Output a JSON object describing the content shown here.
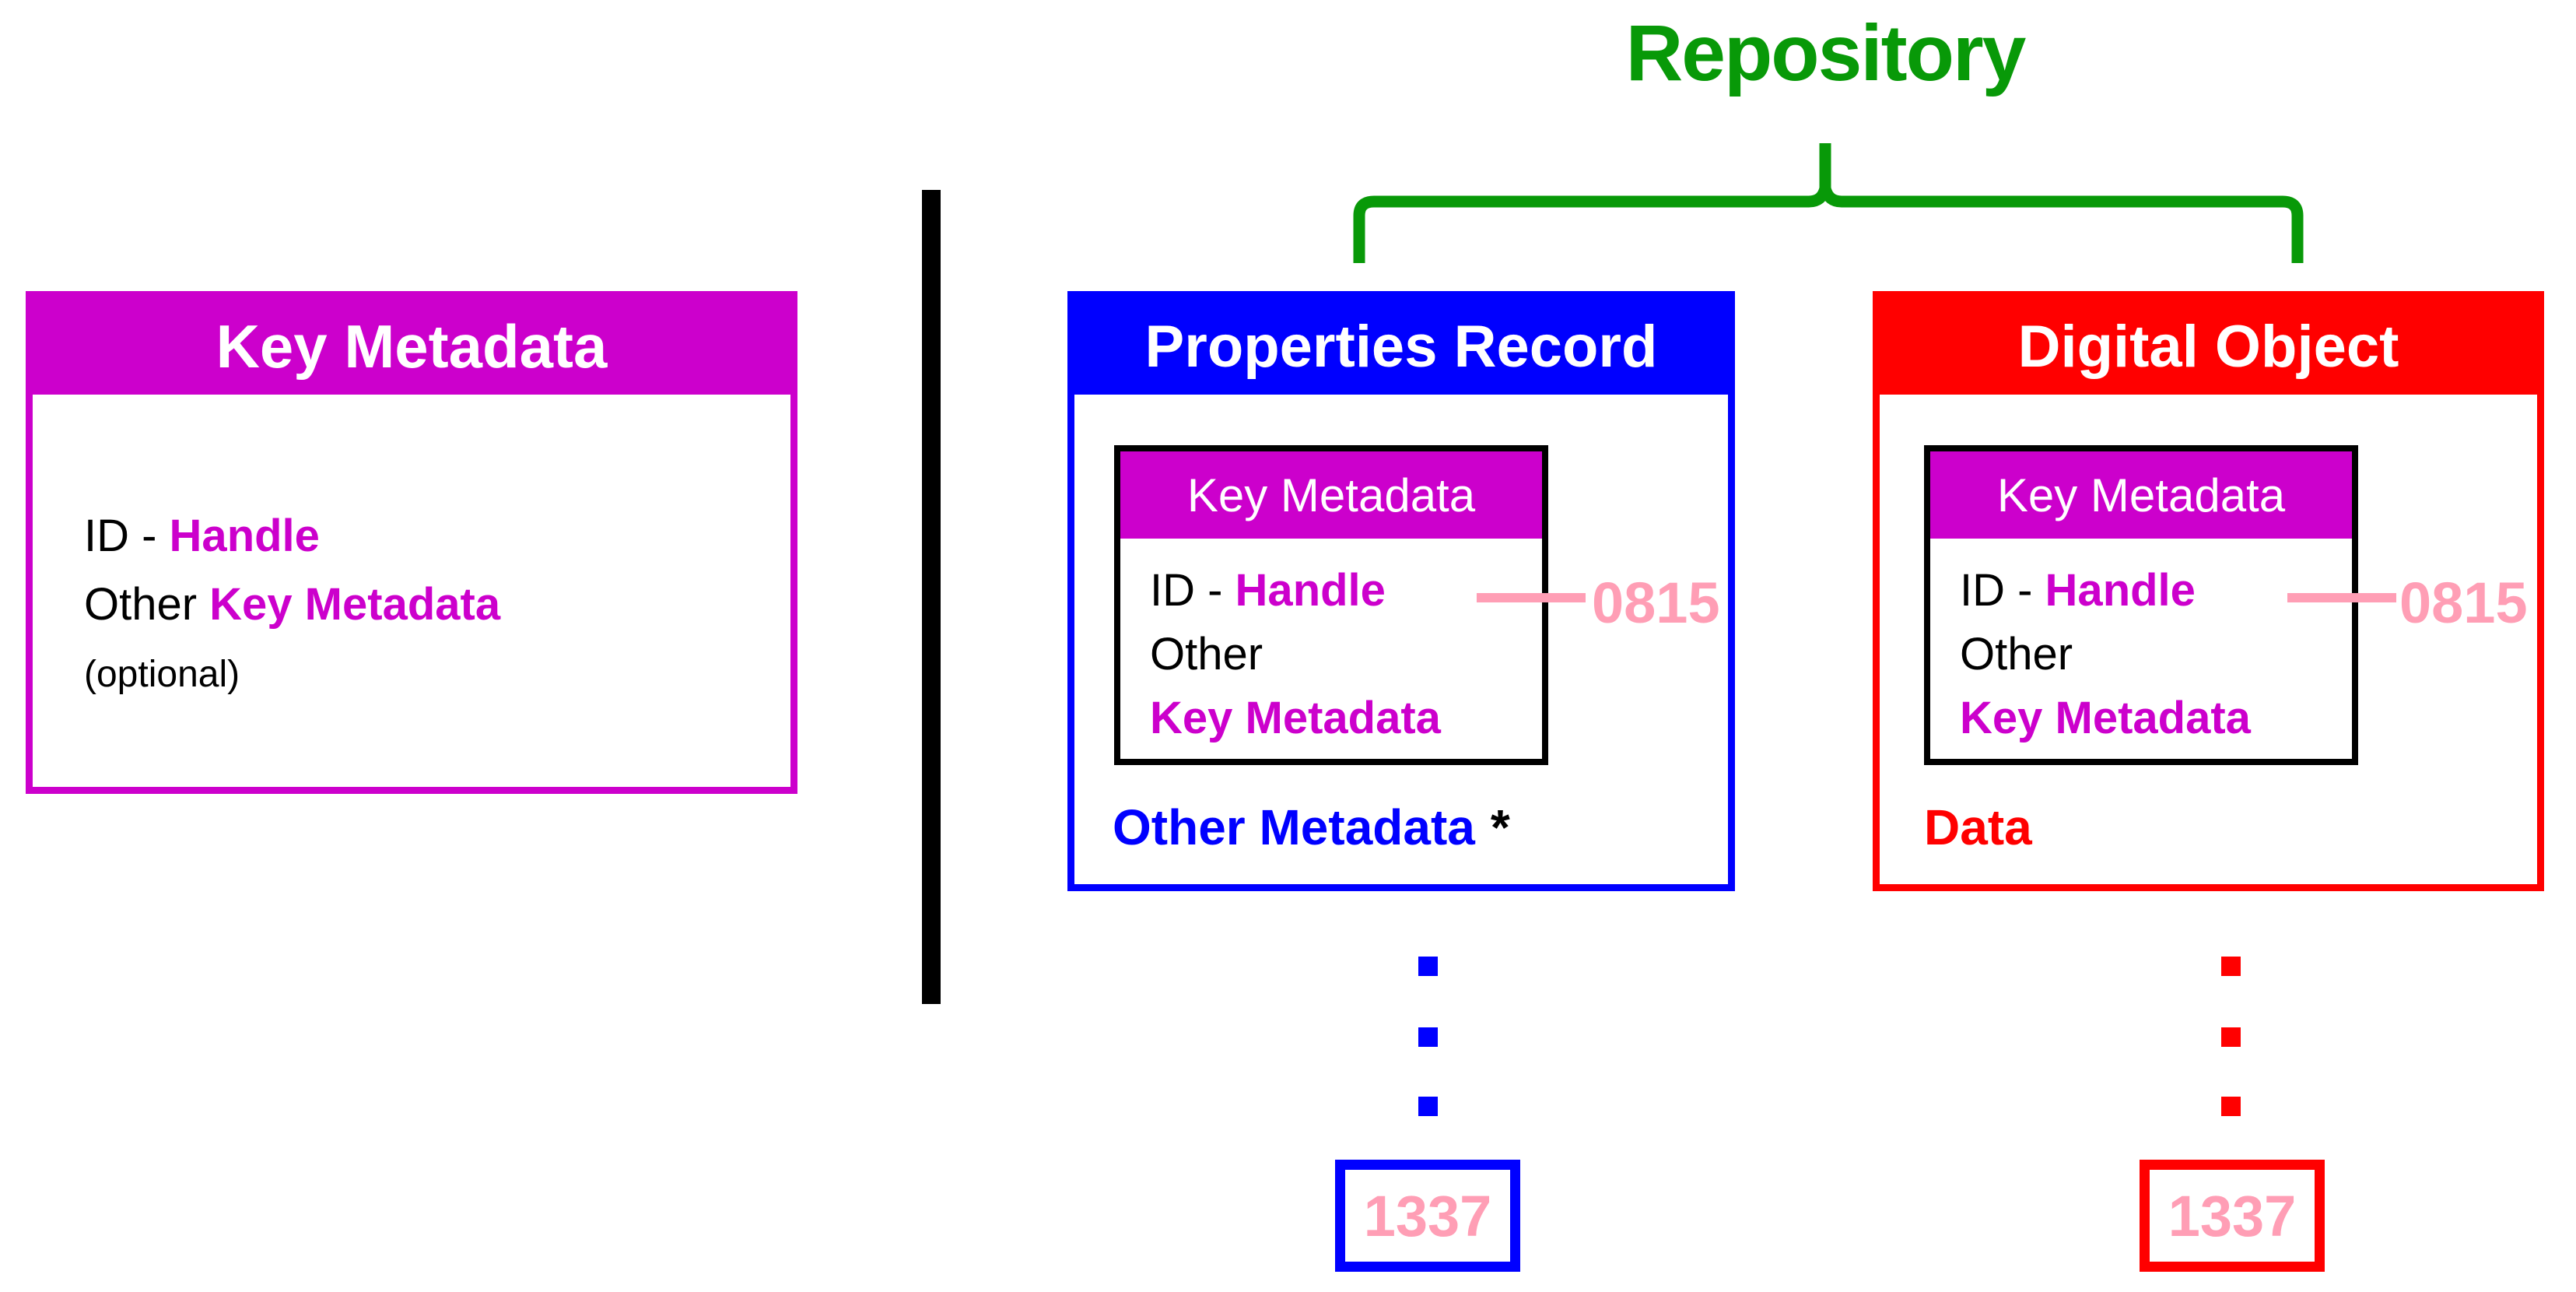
{
  "colors": {
    "green": "#089908",
    "magenta": "#CC00CC",
    "blue": "#0000FF",
    "red": "#FF0000",
    "pink": "#FF9EB5",
    "black": "#000000",
    "white": "#FFFFFF"
  },
  "repository": {
    "title": "Repository"
  },
  "key_metadata_box": {
    "header": "Key Metadata",
    "id_label": "ID - ",
    "id_value": "Handle",
    "other_label": "Other ",
    "other_value": "Key Metadata",
    "optional_note": "(optional)"
  },
  "properties_record": {
    "title": "Properties Record",
    "key_metadata": {
      "header": "Key Metadata",
      "id_label": "ID - ",
      "id_value": "Handle",
      "other_label": "Other",
      "other_value": "Key Metadata"
    },
    "handle_ref": "0815",
    "footer_label": "Other Metadata",
    "footer_asterisk": "*",
    "ellipsis_ref": "1337"
  },
  "digital_object": {
    "title": "Digital Object",
    "key_metadata": {
      "header": "Key Metadata",
      "id_label": "ID - ",
      "id_value": "Handle",
      "other_label": "Other",
      "other_value": "Key Metadata"
    },
    "handle_ref": "0815",
    "footer_label": "Data",
    "ellipsis_ref": "1337"
  }
}
